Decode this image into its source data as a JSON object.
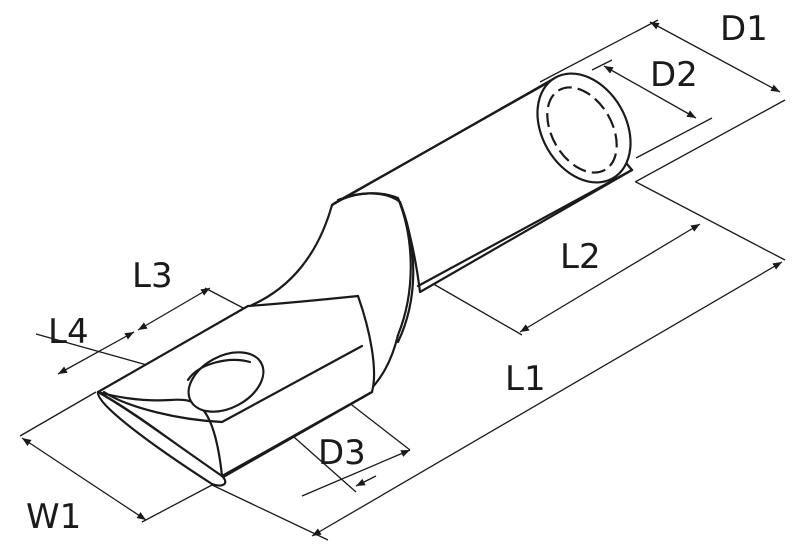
{
  "diagram": {
    "labels": {
      "d1": "D1",
      "d2": "D2",
      "d3": "D3",
      "l1": "L1",
      "l2": "L2",
      "l3": "L3",
      "l4": "L4",
      "w1": "W1"
    },
    "colors": {
      "line": "#1a1a1a",
      "background": "#ffffff"
    }
  }
}
